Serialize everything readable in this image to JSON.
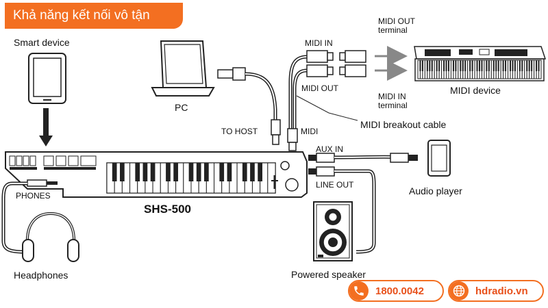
{
  "banner": {
    "title": "Khả năng kết nối vô tận"
  },
  "labels": {
    "smart_device": "Smart device",
    "pc": "PC",
    "to_host": "TO HOST",
    "midi": "MIDI",
    "midi_in": "MIDI IN",
    "midi_out": "MIDI OUT",
    "midi_out_terminal": [
      "MIDI OUT",
      "terminal"
    ],
    "midi_in_terminal": [
      "MIDI IN",
      "terminal"
    ],
    "midi_device": "MIDI device",
    "midi_breakout_cable": "MIDI breakout cable",
    "aux_in": "AUX IN",
    "line_out": "LINE OUT",
    "audio_player": "Audio player",
    "phones": "PHONES",
    "keyboard_model": "SHS-500",
    "headphones": "Headphones",
    "powered_speaker": "Powered speaker"
  },
  "contact": {
    "phone": "1800.0042",
    "website": "hdradio.vn",
    "accent": "#f36f21"
  }
}
